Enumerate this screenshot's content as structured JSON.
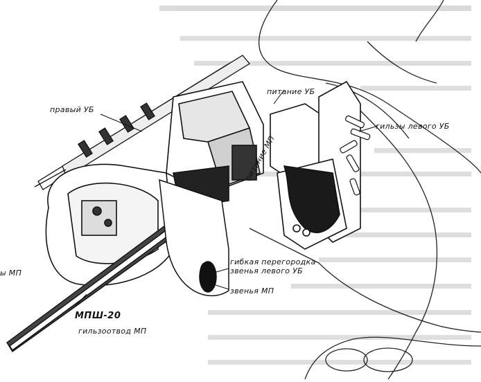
{
  "labels": {
    "right_ub": "правый УБ",
    "feed_ub": "питание УБ",
    "feed_mp": "питание МП",
    "casings_left_ub": "гильзы левого УБ",
    "partition_line1": "гибкая перегородка",
    "partition_line2": "звенья левого УБ",
    "links_mp": "звенья МП",
    "mp_left_partial": "ы МП",
    "mpsh20": "МПШ-20",
    "casing_chute_mp": "гильзоотвод МП"
  },
  "colors": {
    "ink": "#111111",
    "paper": "#ffffff",
    "bleed": "#9a9a9a"
  }
}
